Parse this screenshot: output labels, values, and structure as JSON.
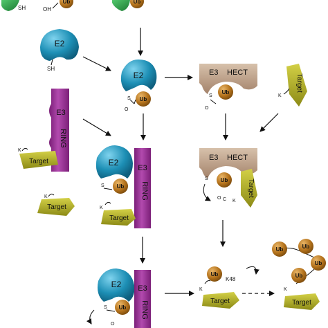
{
  "labels": {
    "e2": "E2",
    "e3": "E3",
    "ring": "RING",
    "hect": "HECT",
    "ub": "Ub",
    "target": "Target",
    "lys": "K",
    "k48": "K48",
    "sh": "SH",
    "oh": "OH",
    "sulfur": "S",
    "oxygen": "O",
    "carbon": "C"
  },
  "colors": {
    "e1": "#2fa84a",
    "e2": "#1d8fb5",
    "ring": "#9b2f98",
    "hect": "#b89a7e",
    "ub": "#b5731c",
    "target": "#a8a51f"
  }
}
